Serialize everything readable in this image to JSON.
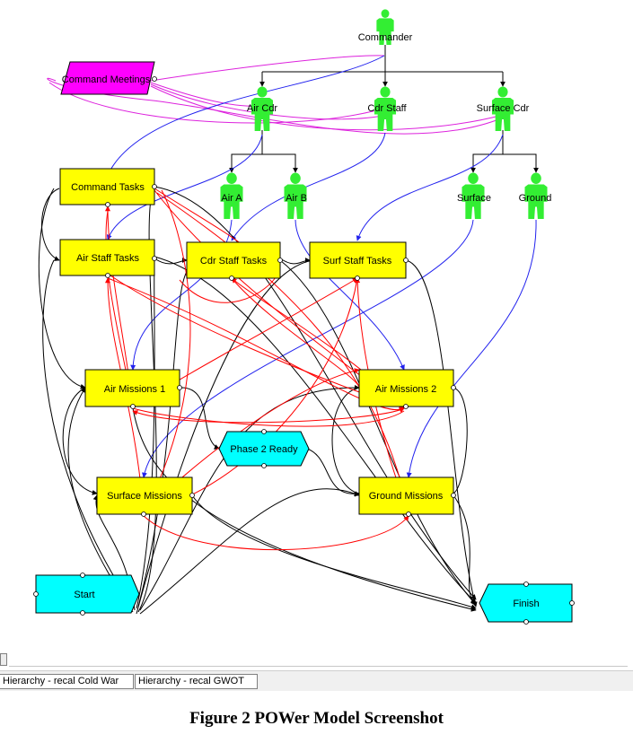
{
  "colors": {
    "task": "#ffff00",
    "milestone": "#00ffff",
    "meeting": "#ff00ff",
    "person": "#33ee33",
    "black_link": "#000000",
    "red_link": "#ff0000",
    "blue_link": "#2222ee",
    "magenta_link": "#dd22dd"
  },
  "people": [
    {
      "id": "commander",
      "label": "Commander"
    },
    {
      "id": "air_cdr",
      "label": "Air Cdr"
    },
    {
      "id": "cdr_staff",
      "label": "Cdr Staff"
    },
    {
      "id": "surface_cdr",
      "label": "Surface Cdr"
    },
    {
      "id": "air_a",
      "label": "Air A"
    },
    {
      "id": "air_b",
      "label": "Air B"
    },
    {
      "id": "surface",
      "label": "Surface"
    },
    {
      "id": "ground",
      "label": "Ground"
    }
  ],
  "meetings": [
    {
      "id": "command_meetings",
      "label": "Command Meetings"
    }
  ],
  "tasks": [
    {
      "id": "command_tasks",
      "label": "Command Tasks"
    },
    {
      "id": "air_staff_tasks",
      "label": "Air Staff Tasks"
    },
    {
      "id": "cdr_staff_tasks",
      "label": "Cdr Staff Tasks"
    },
    {
      "id": "surf_staff_tasks",
      "label": "Surf Staff Tasks"
    },
    {
      "id": "air_missions_1",
      "label": "Air Missions 1"
    },
    {
      "id": "air_missions_2",
      "label": "Air Missions 2"
    },
    {
      "id": "surface_missions",
      "label": "Surface Missions"
    },
    {
      "id": "ground_missions",
      "label": "Ground Missions"
    }
  ],
  "milestones": [
    {
      "id": "phase_2_ready",
      "label": "Phase 2 Ready"
    },
    {
      "id": "start",
      "label": "Start"
    },
    {
      "id": "finish",
      "label": "Finish"
    }
  ],
  "tabs": [
    {
      "label": "Hierarchy - recal Cold War"
    },
    {
      "label": "Hierarchy - recal GWOT"
    }
  ],
  "caption": "Figure 2 POWer Model Screenshot"
}
